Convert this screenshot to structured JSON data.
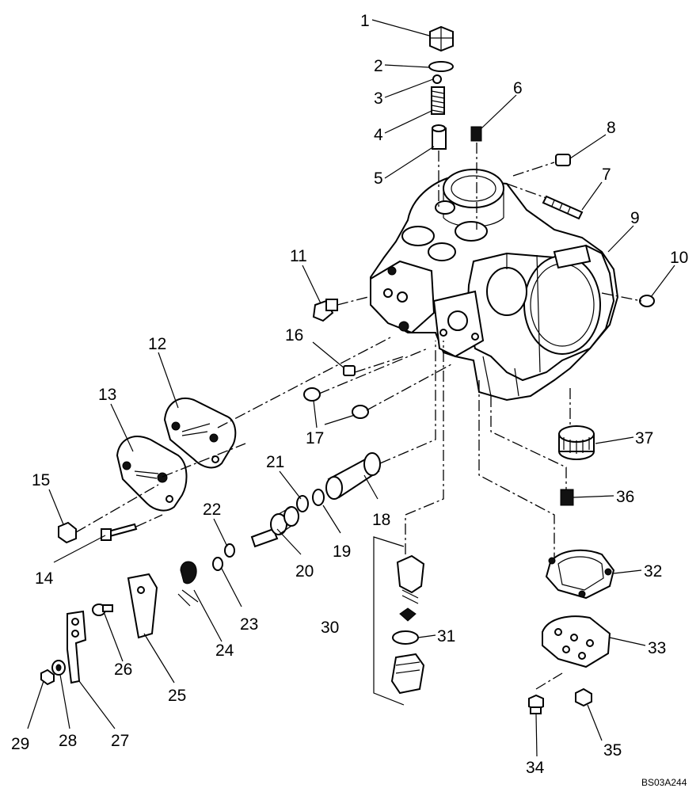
{
  "callouts": [
    "1",
    "2",
    "3",
    "4",
    "5",
    "6",
    "7",
    "8",
    "9",
    "10",
    "11",
    "12",
    "13",
    "14",
    "15",
    "16",
    "17",
    "18",
    "19",
    "20",
    "21",
    "22",
    "23",
    "24",
    "25",
    "26",
    "27",
    "28",
    "29",
    "30",
    "31",
    "32",
    "33",
    "34",
    "35",
    "36",
    "37"
  ],
  "reference_code": "BS03A244"
}
